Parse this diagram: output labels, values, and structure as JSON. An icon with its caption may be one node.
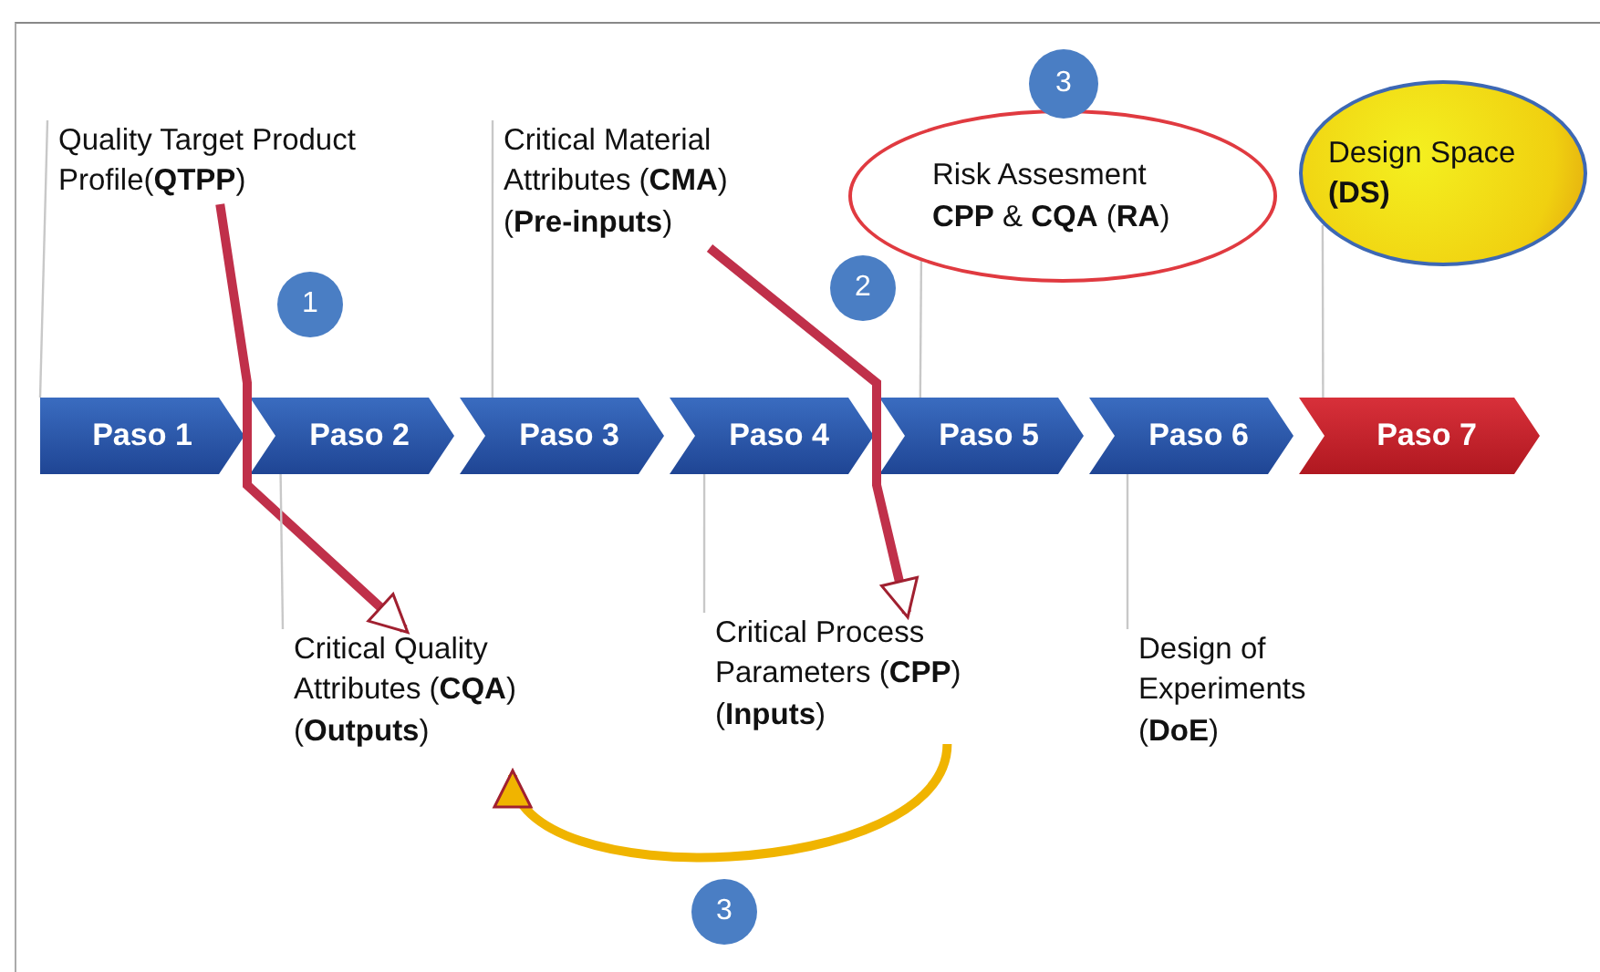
{
  "diagram": {
    "nodes": [
      {
        "text": [
          "Paso 1"
        ]
      },
      {
        "text": [
          "Paso 2"
        ]
      },
      {
        "text": [
          "Paso 3"
        ]
      },
      {
        "text": [
          "Paso 4"
        ]
      },
      {
        "text": [
          "Paso 5"
        ]
      },
      {
        "text": [
          "Paso 6"
        ]
      },
      {
        "text": [
          "Paso 7"
        ]
      },
      {
        "text": [
          "Quality Target Product Profile(**QTPP**)"
        ]
      },
      {
        "text": [
          "Critical Material Attributes (**CMA**) (**Pre-inputs**)"
        ]
      },
      {
        "text": [
          "Risk Assesment",
          "**CPP** & **CQA** (**RA**)"
        ]
      },
      {
        "text": [
          "Design Space **(DS)**"
        ]
      },
      {
        "text": [
          "Critical Quality Attributes (**CQA**) (**Outputs**)"
        ]
      },
      {
        "text": [
          "Critical Process Parameters (**CPP**) (**Inputs**)"
        ]
      },
      {
        "text": [
          "Design of Experiments (**DoE**)"
        ]
      },
      {
        "text": [
          "3"
        ]
      },
      {
        "text": [
          "1"
        ]
      },
      {
        "text": [
          "2"
        ]
      },
      {
        "text": [
          "3"
        ]
      }
    ],
    "edges": [
      {
        "from": 7,
        "to": 11,
        "arrow": "to",
        "style": "thick",
        "color": "#c0304a"
      },
      {
        "from": 8,
        "to": 12,
        "arrow": "to",
        "style": "thick",
        "color": "#c0304a"
      },
      {
        "from": 12,
        "to": 11,
        "arrow": "to",
        "style": "thick",
        "color": "#f0b400"
      },
      {
        "from": 7,
        "to": 0,
        "arrow": "none"
      },
      {
        "from": 8,
        "to": 2,
        "arrow": "none"
      },
      {
        "from": 9,
        "to": 4,
        "arrow": "none"
      },
      {
        "from": 10,
        "to": 6,
        "arrow": "none"
      },
      {
        "from": 1,
        "to": 11,
        "arrow": "none"
      },
      {
        "from": 3,
        "to": 12,
        "arrow": "none"
      },
      {
        "from": 5,
        "to": 13,
        "arrow": "none"
      }
    ]
  }
}
